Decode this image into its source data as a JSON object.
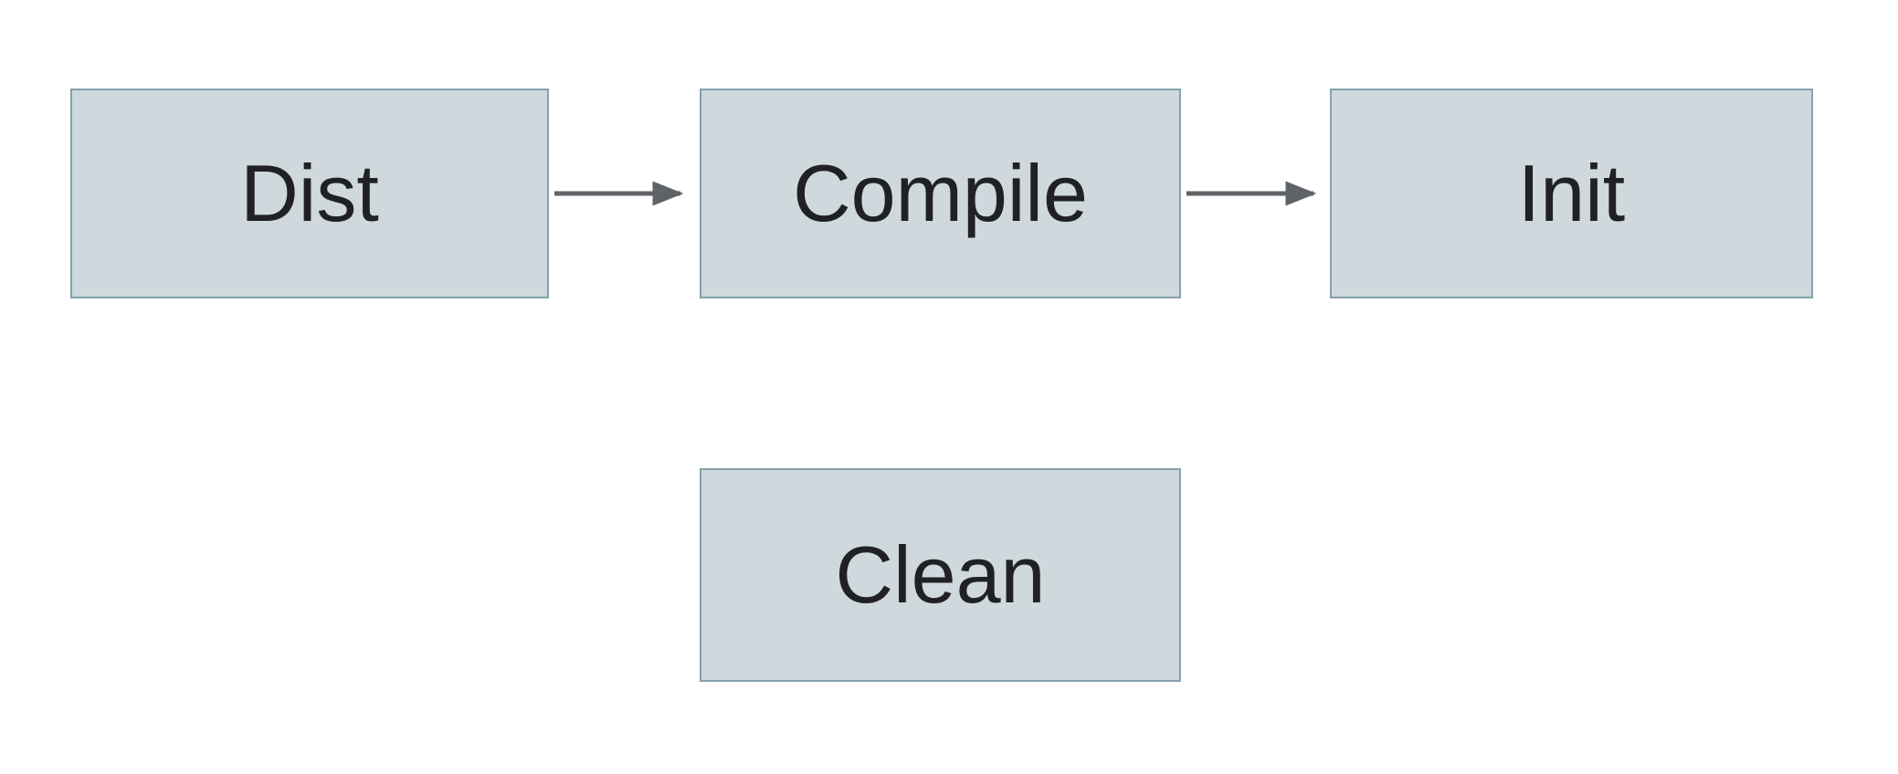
{
  "diagram": {
    "type": "flowchart",
    "nodes": [
      {
        "id": "dist",
        "label": "Dist"
      },
      {
        "id": "compile",
        "label": "Compile"
      },
      {
        "id": "init",
        "label": "Init"
      },
      {
        "id": "clean",
        "label": "Clean"
      }
    ],
    "edges": [
      {
        "from": "dist",
        "to": "compile",
        "style": "arrow"
      },
      {
        "from": "compile",
        "to": "init",
        "style": "arrow"
      }
    ],
    "colors": {
      "background": "#ffffff",
      "node_fill": "#cfd8dc",
      "node_border": "#84a0ac",
      "arrow": "#5f6368",
      "text": "#202124"
    }
  }
}
